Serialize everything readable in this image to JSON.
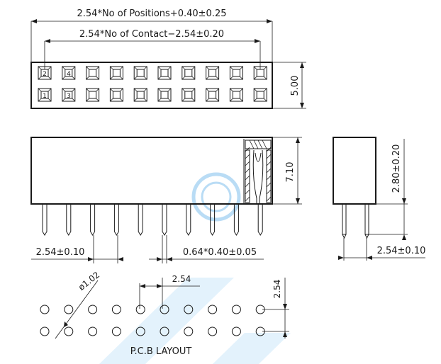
{
  "top_view": {
    "overall_length_label": "2.54*No of Positions+0.40±0.25",
    "contact_span_label": "2.54*No of Contact−2.54±0.20",
    "height_label": "5.00",
    "pin_numbers": [
      "2",
      "4",
      "1",
      "3"
    ]
  },
  "front_view": {
    "body_height_label": "7.10",
    "pitch_label": "2.54±0.10",
    "pin_size_label": "0.64*0.40±0.05"
  },
  "side_view": {
    "pin_length_label": "2.80±0.20",
    "row_pitch_label": "2.54±0.10"
  },
  "pcb_layout": {
    "title": "P.C.B LAYOUT",
    "hole_diameter_label": "ø1.02",
    "pitch_label": "2.54",
    "row_pitch_label": "2.54"
  },
  "colors": {
    "line": "#1a1a1a",
    "watermark": "#1e8fe0"
  }
}
